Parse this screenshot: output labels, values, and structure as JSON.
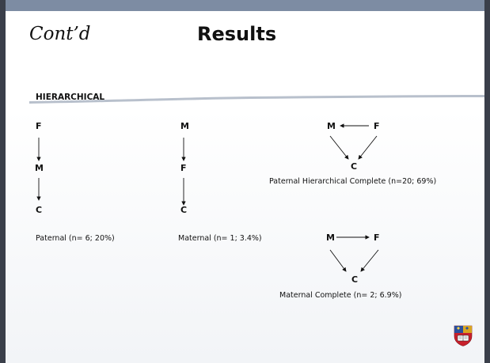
{
  "slide": {
    "heading_left": "Cont’d",
    "title": "Results",
    "subtitle": "HIERARCHICAL"
  },
  "diagrams": {
    "paternal": {
      "top": "F",
      "middle": "M",
      "bottom": "C",
      "caption": "Paternal (n= 6; 20%)"
    },
    "maternal": {
      "top": "M",
      "middle": "F",
      "bottom": "C",
      "caption": "Maternal (n= 1; 3.4%)"
    },
    "paternal_complete": {
      "left": "M",
      "right": "F",
      "bottom": "C",
      "caption": "Paternal Hierarchical Complete (n=20; 69%)"
    },
    "maternal_complete": {
      "left": "M",
      "right": "F",
      "bottom": "C",
      "caption": "Maternal Complete (n= 2; 6.9%)"
    }
  },
  "colors": {
    "top_bar": "#7d8ca3",
    "frame": "#3a3f4a",
    "rule": "#b8c0cc"
  },
  "logo": {
    "name": "university-crest-icon"
  }
}
